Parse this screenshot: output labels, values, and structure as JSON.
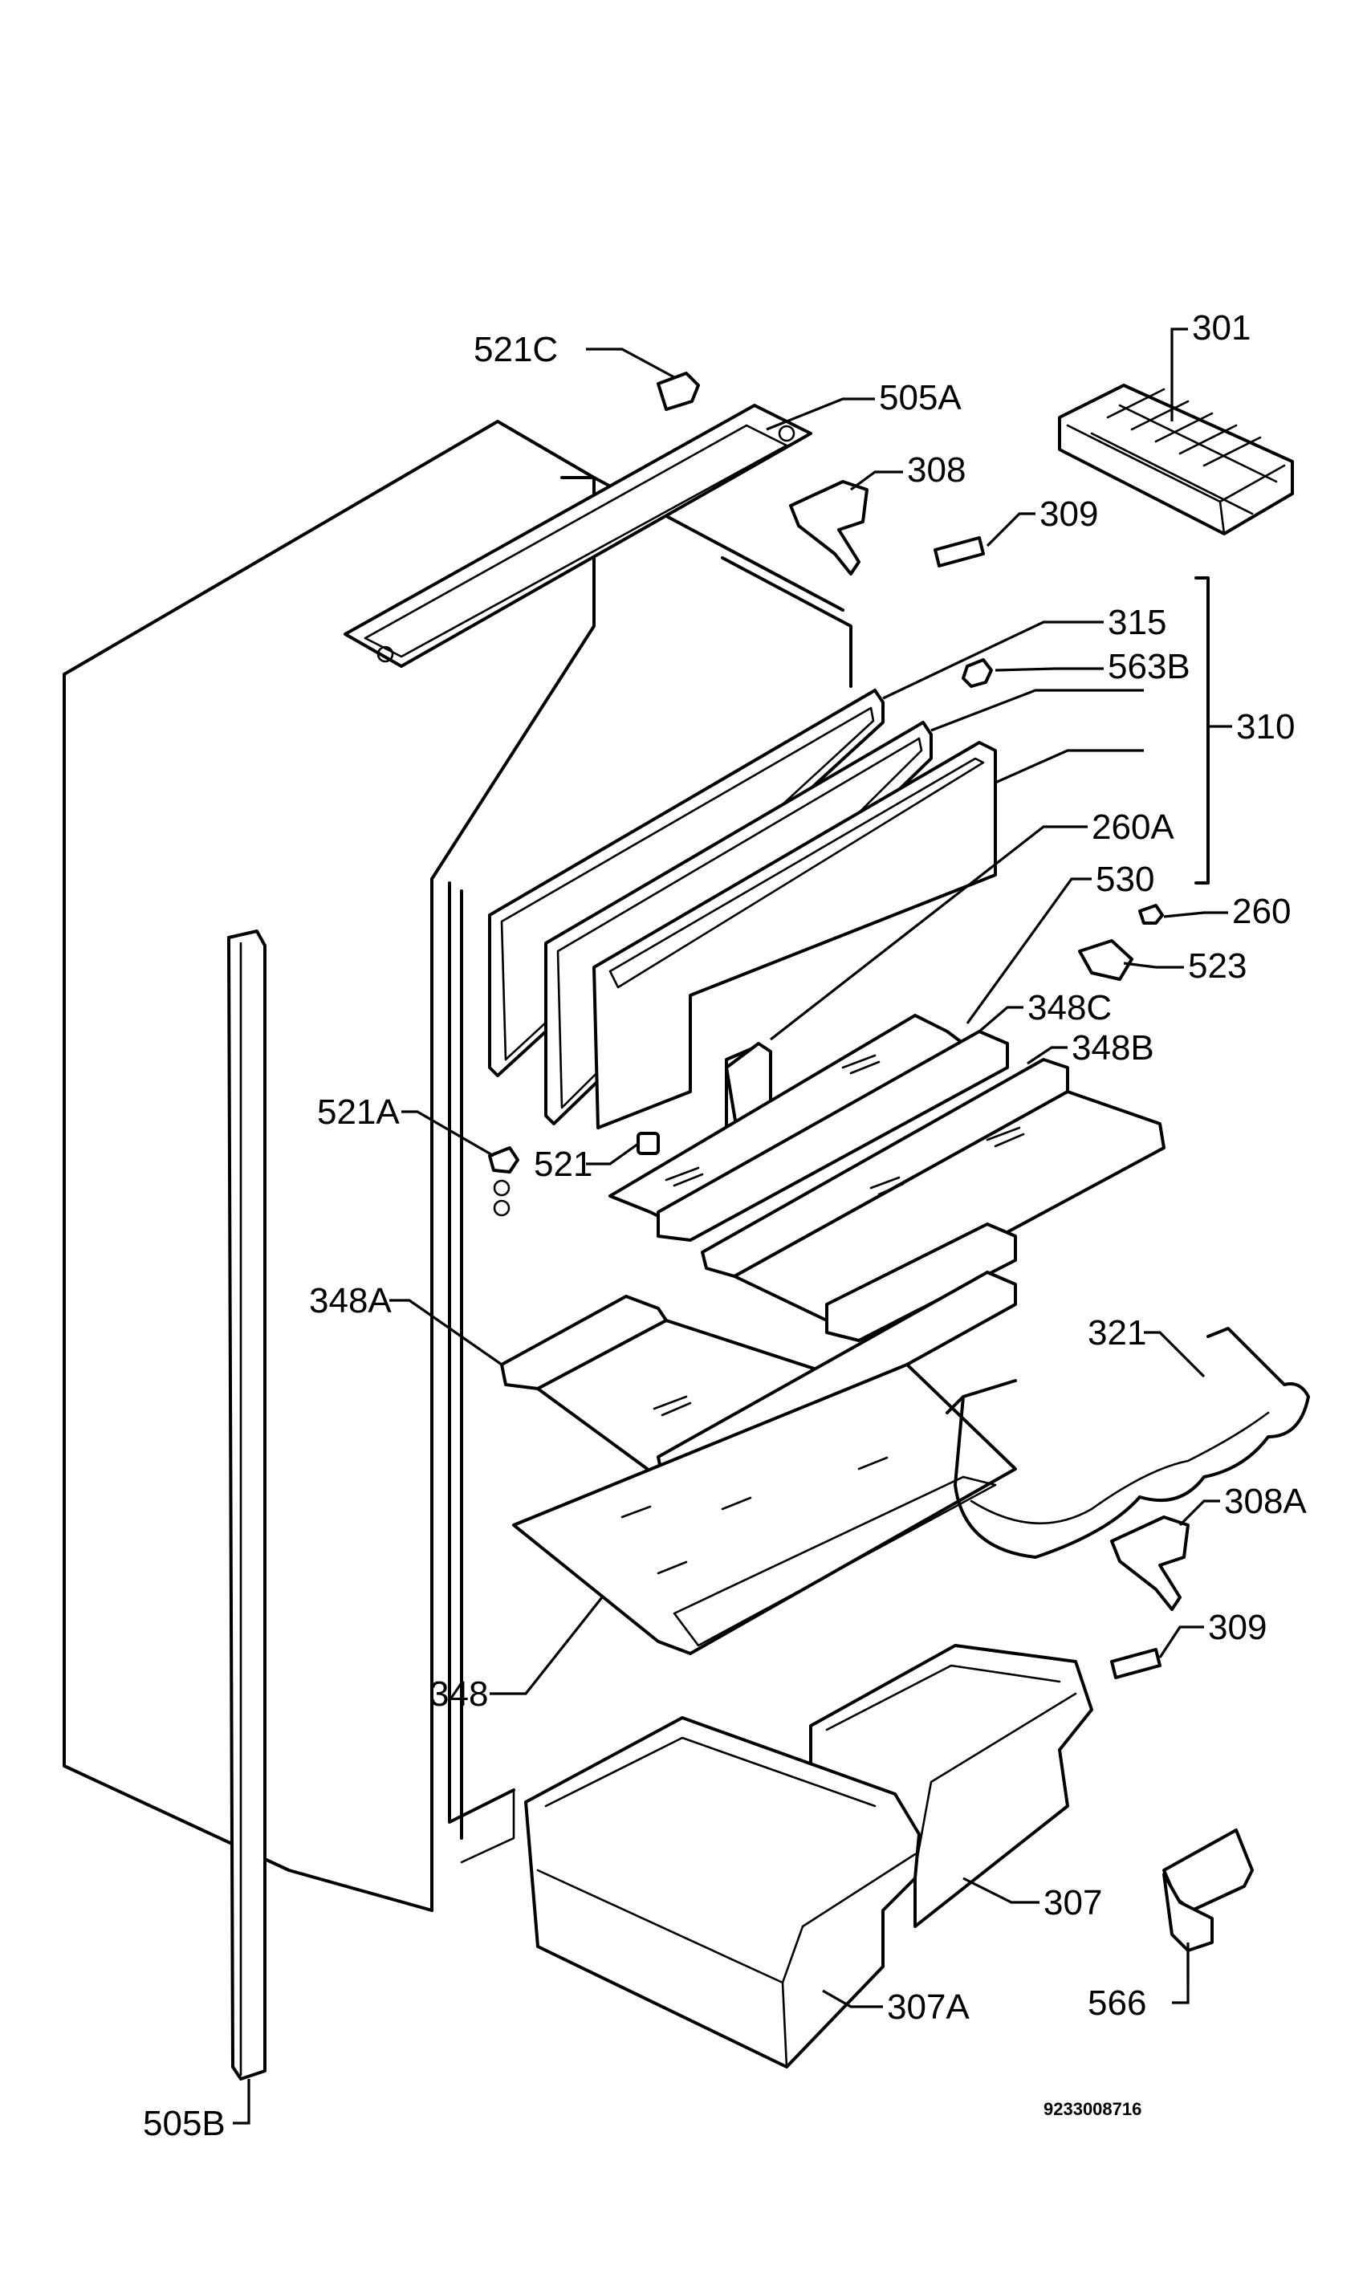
{
  "diagram": {
    "drawing_number": "9233008716",
    "callouts": [
      {
        "id": "c-521C",
        "text": "521C"
      },
      {
        "id": "c-505A",
        "text": "505A"
      },
      {
        "id": "c-308",
        "text": "308"
      },
      {
        "id": "c-309-top",
        "text": "309"
      },
      {
        "id": "c-301",
        "text": "301"
      },
      {
        "id": "c-315",
        "text": "315"
      },
      {
        "id": "c-563B",
        "text": "563B"
      },
      {
        "id": "c-310",
        "text": "310"
      },
      {
        "id": "c-260A",
        "text": "260A"
      },
      {
        "id": "c-530",
        "text": "530"
      },
      {
        "id": "c-260",
        "text": "260"
      },
      {
        "id": "c-523",
        "text": "523"
      },
      {
        "id": "c-348C",
        "text": "348C"
      },
      {
        "id": "c-348B",
        "text": "348B"
      },
      {
        "id": "c-521A",
        "text": "521A"
      },
      {
        "id": "c-521",
        "text": "521"
      },
      {
        "id": "c-348A",
        "text": "348A"
      },
      {
        "id": "c-321",
        "text": "321"
      },
      {
        "id": "c-308A",
        "text": "308A"
      },
      {
        "id": "c-309-bottom",
        "text": "309"
      },
      {
        "id": "c-348",
        "text": "348"
      },
      {
        "id": "c-307",
        "text": "307"
      },
      {
        "id": "c-566",
        "text": "566"
      },
      {
        "id": "c-307A",
        "text": "307A"
      },
      {
        "id": "c-505B",
        "text": "505B"
      }
    ]
  }
}
